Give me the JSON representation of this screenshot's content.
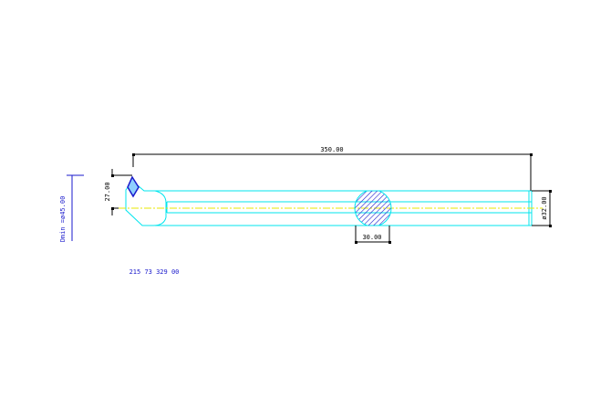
{
  "drawing": {
    "overall_length": "350.00",
    "tip_height": "27.00",
    "shank_width": "30.00",
    "shank_diameter": "ø32.00",
    "min_bore": "Dmin =ø45.00",
    "part_number": "215 73 329 00"
  },
  "colors": {
    "outline": "#00e5ee",
    "dimension": "#000000",
    "centerline": "#e8e800",
    "hatch": "#1a1acc",
    "annotation": "#1a1acc"
  }
}
